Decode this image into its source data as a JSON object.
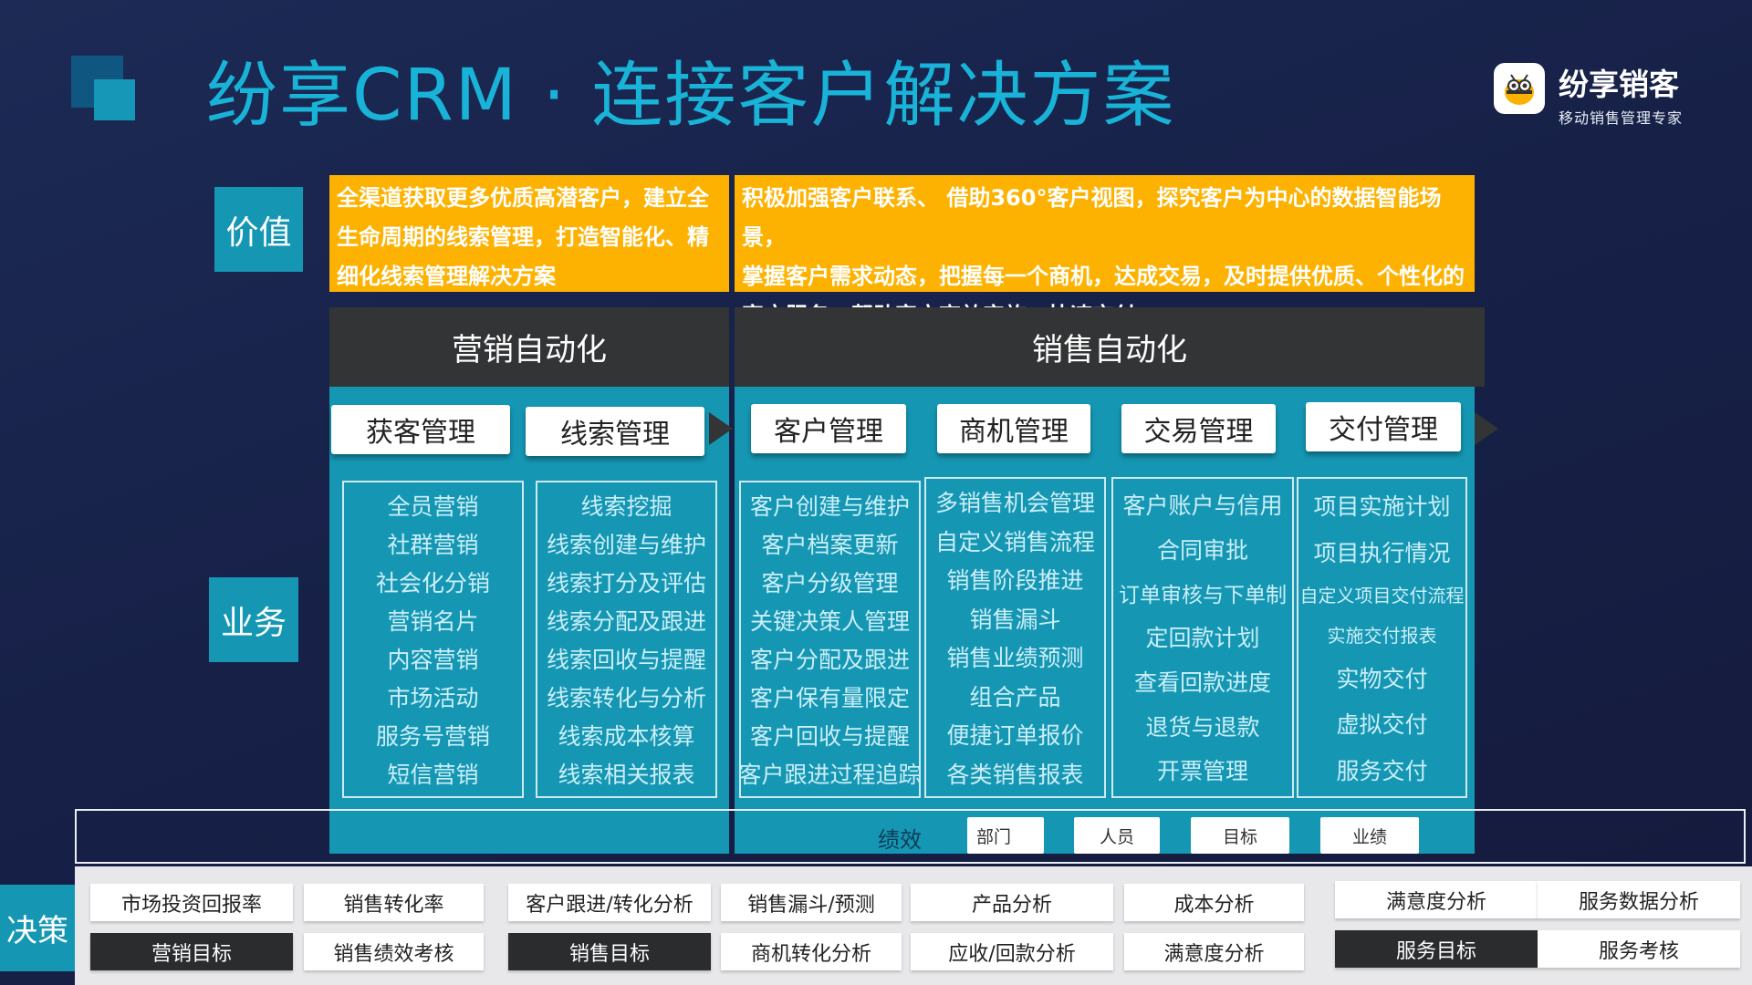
{
  "title": "纷享CRM · 连接客户解决方案",
  "brand": {
    "name": "纷享销客",
    "slogan": "移动销售管理专家",
    "logo_icon": "bee-mascot-icon"
  },
  "labels": {
    "value": "价值",
    "business": "业务",
    "decision": "决策"
  },
  "value_texts": [
    [
      "全渠道获取更多优质高潜客户，建立全",
      "生命周期的线索管理，打造智能化、精",
      "细化线索管理解决方案"
    ],
    [
      "积极加强客户联系、 借助360°客户视图，探究客户为中心的数据智能场景，",
      "掌握客户需求动态，把握每一个商机，达成交易，及时提供优质、个性化的",
      "客户服务，帮助客户高效实施，快速交付。"
    ]
  ],
  "categories": [
    "营销自动化",
    "销售自动化"
  ],
  "modules": [
    {
      "name": "获客管理",
      "items": [
        "全员营销",
        "社群营销",
        "社会化分销",
        "营销名片",
        "内容营销",
        "市场活动",
        "服务号营销",
        "短信营销"
      ]
    },
    {
      "name": "线索管理",
      "items": [
        "线索挖掘",
        "线索创建与维护",
        "线索打分及评估",
        "线索分配及跟进",
        "线索回收与提醒",
        "线索转化与分析",
        "线索成本核算",
        "线索相关报表"
      ]
    },
    {
      "name": "客户管理",
      "items": [
        "客户创建与维护",
        "客户档案更新",
        "客户分级管理",
        "关键决策人管理",
        "客户分配及跟进",
        "客户保有量限定",
        "客户回收与提醒",
        "客户跟进过程追踪"
      ]
    },
    {
      "name": "商机管理",
      "items": [
        "多销售机会管理",
        "自定义销售流程",
        "销售阶段推进",
        "销售漏斗",
        "销售业绩预测",
        "组合产品",
        "便捷订单报价",
        "各类销售报表"
      ]
    },
    {
      "name": "交易管理",
      "items": [
        "客户账户与信用",
        "合同审批",
        "订单审核与下单制",
        "定回款计划",
        "查看回款进度",
        "退货与退款",
        "开票管理"
      ]
    },
    {
      "name": "交付管理",
      "items": [
        "项目实施计划",
        "项目执行情况",
        "自定义项目交付流程",
        "实施交付报表",
        "实物交付",
        "虚拟交付",
        "服务交付"
      ]
    }
  ],
  "performance": {
    "label": "绩效",
    "chips": [
      "部门",
      "人员",
      "目标",
      "业绩"
    ]
  },
  "decision_buttons": [
    {
      "label": "市场投资回报率",
      "dark": false
    },
    {
      "label": "销售转化率",
      "dark": false
    },
    {
      "label": "客户跟进/转化分析",
      "dark": false
    },
    {
      "label": "销售漏斗/预测",
      "dark": false
    },
    {
      "label": "产品分析",
      "dark": false
    },
    {
      "label": "成本分析",
      "dark": false
    },
    {
      "label": "满意度分析",
      "dark": false
    },
    {
      "label": "服务数据分析",
      "dark": false
    },
    {
      "label": "营销目标",
      "dark": true
    },
    {
      "label": "销售绩效考核",
      "dark": false
    },
    {
      "label": "销售目标",
      "dark": true
    },
    {
      "label": "商机转化分析",
      "dark": false
    },
    {
      "label": "应收/回款分析",
      "dark": false
    },
    {
      "label": "满意度分析",
      "dark": false
    },
    {
      "label": "服务目标",
      "dark": true
    },
    {
      "label": "服务考核",
      "dark": false
    }
  ],
  "colors": {
    "accent": "#1597b4",
    "highlight": "#fdb201",
    "title": "#19b3d8",
    "dark": "#333436"
  }
}
